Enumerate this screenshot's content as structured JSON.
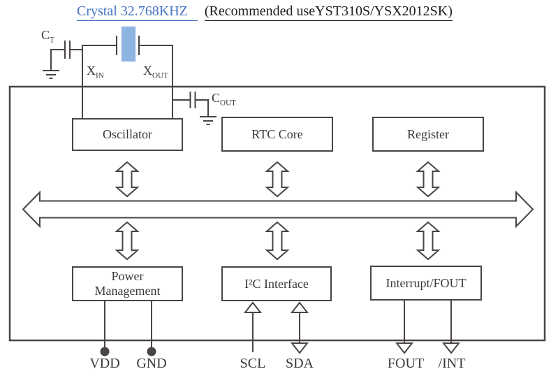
{
  "colors": {
    "line": "#4a4444",
    "text": "#3d3737",
    "link_blue": "#4472c4",
    "crystal_fill": "#8eb4e2"
  },
  "title": {
    "crystal": "Crystal 32.768KHZ",
    "recommendation": "(Recommended useYST310S/YSX2012SK)"
  },
  "labels": {
    "ct": {
      "base": "C",
      "sub": "T"
    },
    "cout": {
      "base": "C",
      "sub": "OUT"
    },
    "xin": {
      "base": "X",
      "sub": "IN"
    },
    "xout": {
      "base": "X",
      "sub": "OUT"
    }
  },
  "blocks": {
    "oscillator": "Oscillator",
    "rtc_core": "RTC Core",
    "register": "Register",
    "power_line1": "Power",
    "power_line2": "Management",
    "i2c": "I²C Interface",
    "interrupt_fout": "Interrupt/FOUT"
  },
  "pins": {
    "vdd": "VDD",
    "gnd": "GND",
    "scl": "SCL",
    "sda": "SDA",
    "fout": "FOUT",
    "int": "/INT"
  }
}
